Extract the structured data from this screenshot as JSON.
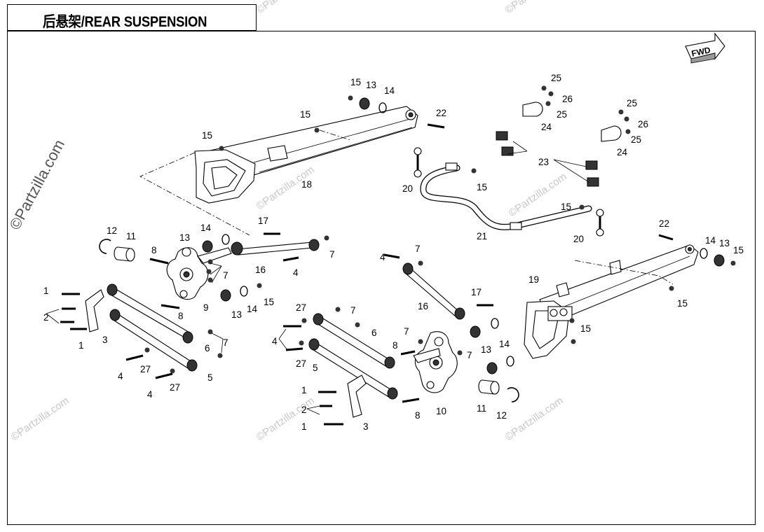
{
  "header": {
    "title": "后悬架/REAR SUSPENSION"
  },
  "badge": {
    "fwd": "FWD"
  },
  "watermark": {
    "main": "©Partzilla.com",
    "small": "©Partzilla.com"
  },
  "callouts": {
    "c1": "1",
    "c2": "2",
    "c3": "3",
    "c4": "4",
    "c5": "5",
    "c6": "6",
    "c7": "7",
    "c8": "8",
    "c9": "9",
    "c10": "10",
    "c11": "11",
    "c12": "12",
    "c13": "13",
    "c14": "14",
    "c15": "15",
    "c16": "16",
    "c17": "17",
    "c18": "18",
    "c19": "19",
    "c20": "20",
    "c21": "21",
    "c22": "22",
    "c23": "23",
    "c24": "24",
    "c25": "25",
    "c26": "26",
    "c27": "27"
  }
}
